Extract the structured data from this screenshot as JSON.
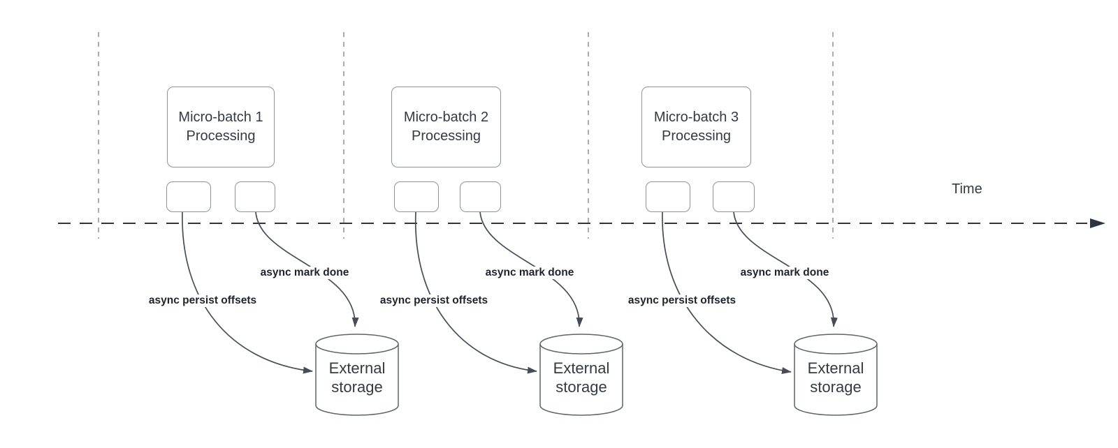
{
  "diagram": {
    "time_label": "Time",
    "batches": [
      {
        "title_line1": "Micro-batch 1",
        "title_line2": "Processing",
        "persist_label": "async persist offsets",
        "mark_label": "async mark done",
        "storage_line1": "External",
        "storage_line2": "storage"
      },
      {
        "title_line1": "Micro-batch 2",
        "title_line2": "Processing",
        "persist_label": "async persist offsets",
        "mark_label": "async mark done",
        "storage_line1": "External",
        "storage_line2": "storage"
      },
      {
        "title_line1": "Micro-batch 3",
        "title_line2": "Processing",
        "persist_label": "async persist offsets",
        "mark_label": "async mark done",
        "storage_line1": "External",
        "storage_line2": "storage"
      }
    ],
    "colors": {
      "background": "#ffffff",
      "arrow_stroke": "#464d58",
      "timeline_stroke": "#2f3540",
      "box_border": "#8d939c",
      "gridline": "#a9acb2",
      "box_text": "#333a45",
      "label_text": "#1d222c"
    }
  }
}
